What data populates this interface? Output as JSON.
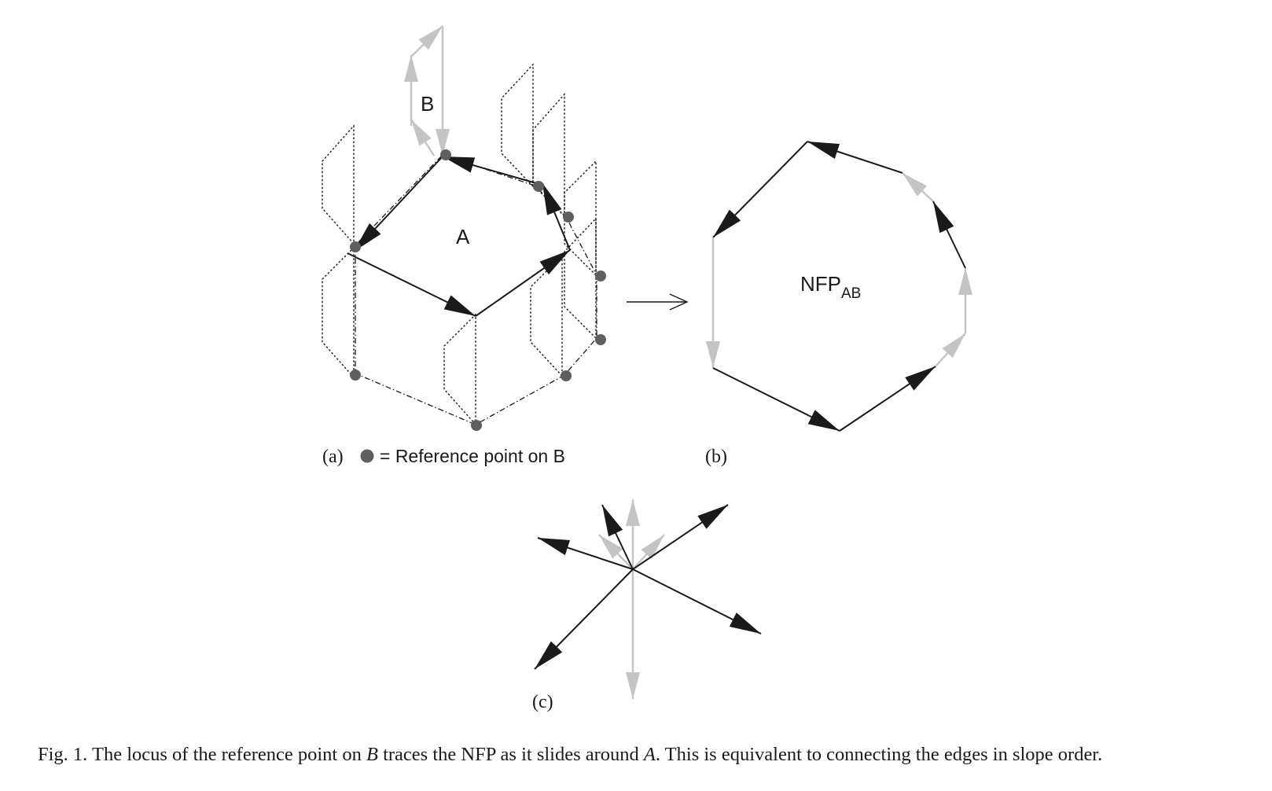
{
  "panel_a": {
    "shape_a_label": "A",
    "shape_b_label": "B",
    "caption_tag": "(a)",
    "legend_text": "= Reference point on B"
  },
  "panel_b": {
    "nfp_main": "NFP",
    "nfp_sub": "AB",
    "caption_tag": "(b)"
  },
  "panel_c": {
    "caption_tag": "(c)"
  },
  "figure_caption": {
    "prefix": "Fig. 1. The locus of the reference point on ",
    "b": "B",
    "middle": " traces the NFP as it slides around ",
    "a": "A",
    "suffix": ". This is equivalent to connecting the edges in slope order."
  },
  "colors": {
    "edge_of_a": "#1a1a1a",
    "edge_of_b": "#c4c4c4",
    "reference_point": "#5f5f5f"
  }
}
